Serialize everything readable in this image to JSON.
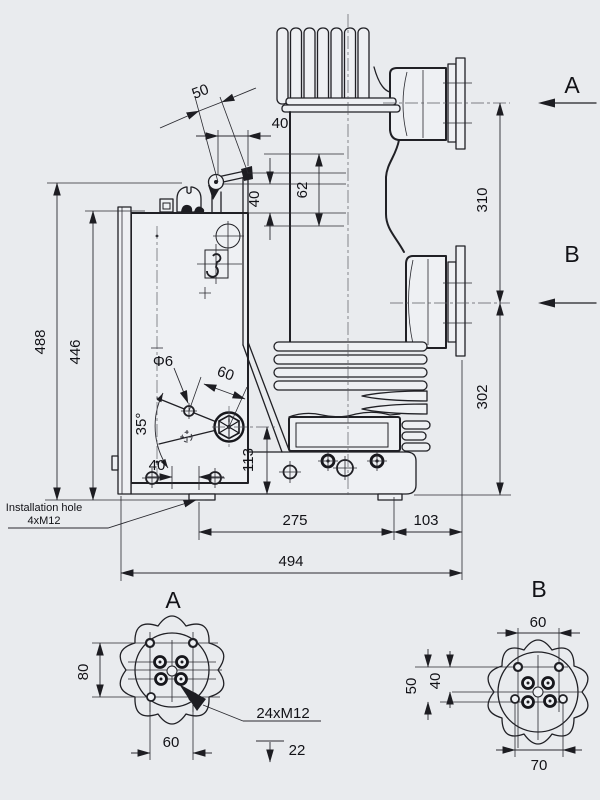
{
  "page": {
    "background": "#e9ebee",
    "line_color": "#202025"
  },
  "main_view": {
    "dimensions": {
      "overall_height": "488",
      "frame_height": "446",
      "lever_length": "50",
      "lever_span_top": "40",
      "lever_height": "40",
      "body_offset": "62",
      "terminal_spacing": "310",
      "terminal_to_base": "302",
      "pin_hole_dia": "Φ6",
      "shaft_to_hole": "60",
      "rotation_angle": "35°",
      "foot_offset": "40",
      "shaft_height": "113",
      "foot_spacing": "275",
      "base_overhang": "103",
      "overall_width": "494"
    },
    "section_a": "A",
    "section_b": "B",
    "installation_note": {
      "line1": "Installation hole",
      "line2": "4xM12"
    }
  },
  "detail_a": {
    "title": "A",
    "height": "80",
    "width": "60",
    "thread": "24xM12",
    "depth": "22"
  },
  "detail_b": {
    "title": "B",
    "top_width": "60",
    "outer_height": "50",
    "inner_height": "40",
    "bottom_width": "70"
  }
}
